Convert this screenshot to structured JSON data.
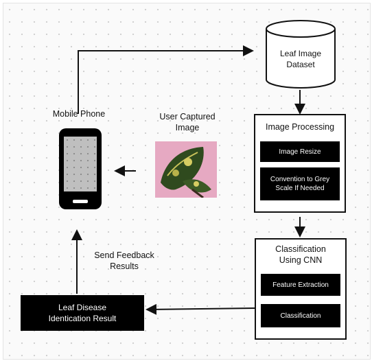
{
  "nodes": {
    "dataset": "Leaf Image\nDataset",
    "mobile_phone": "Mobile Phone",
    "user_captured": "User Captured\nImage",
    "image_processing": {
      "title": "Image Processing",
      "steps": [
        "Image Resize",
        "Convention to Grey\nScale If Needed"
      ]
    },
    "classification": {
      "title": "Classification\nUsing CNN",
      "steps": [
        "Feature Extraction",
        "Classification"
      ]
    },
    "result": "Leaf Disease\nIdentication Result",
    "feedback": "Send Feedback\nResults"
  },
  "colors": {
    "background": "#fafafa",
    "dots": "#cfcfcf",
    "ink": "#111111",
    "dark_box": "#000000",
    "leaf_bg": "#e6a9c2",
    "leaf_green": "#2f4a1e"
  },
  "icons": [
    "mobile-phone-icon",
    "database-cylinder-icon",
    "leaf-photo"
  ]
}
